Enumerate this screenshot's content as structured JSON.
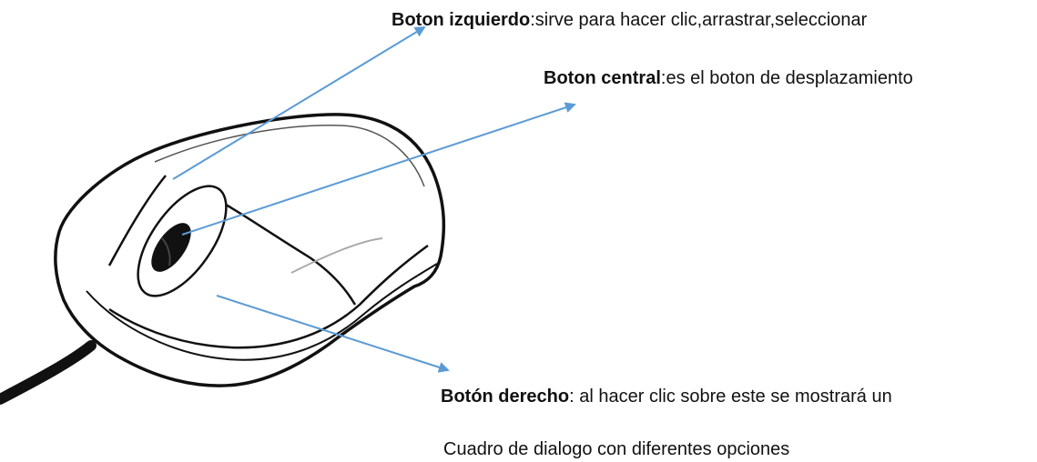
{
  "labels": {
    "left_button": {
      "term": "Boton izquierdo",
      "description": ":sirve para hacer clic,arrastrar,seleccionar"
    },
    "center_button": {
      "term": "Boton central",
      "description": ":es el boton de desplazamiento"
    },
    "right_button": {
      "term": "Botón derecho",
      "description": ": al hacer clic sobre este se mostrará un",
      "continuation": "Cuadro de dialogo con diferentes opciones"
    }
  },
  "colors": {
    "arrow": "#5b9bd5",
    "outline": "#111111",
    "wheel": "#111111"
  }
}
